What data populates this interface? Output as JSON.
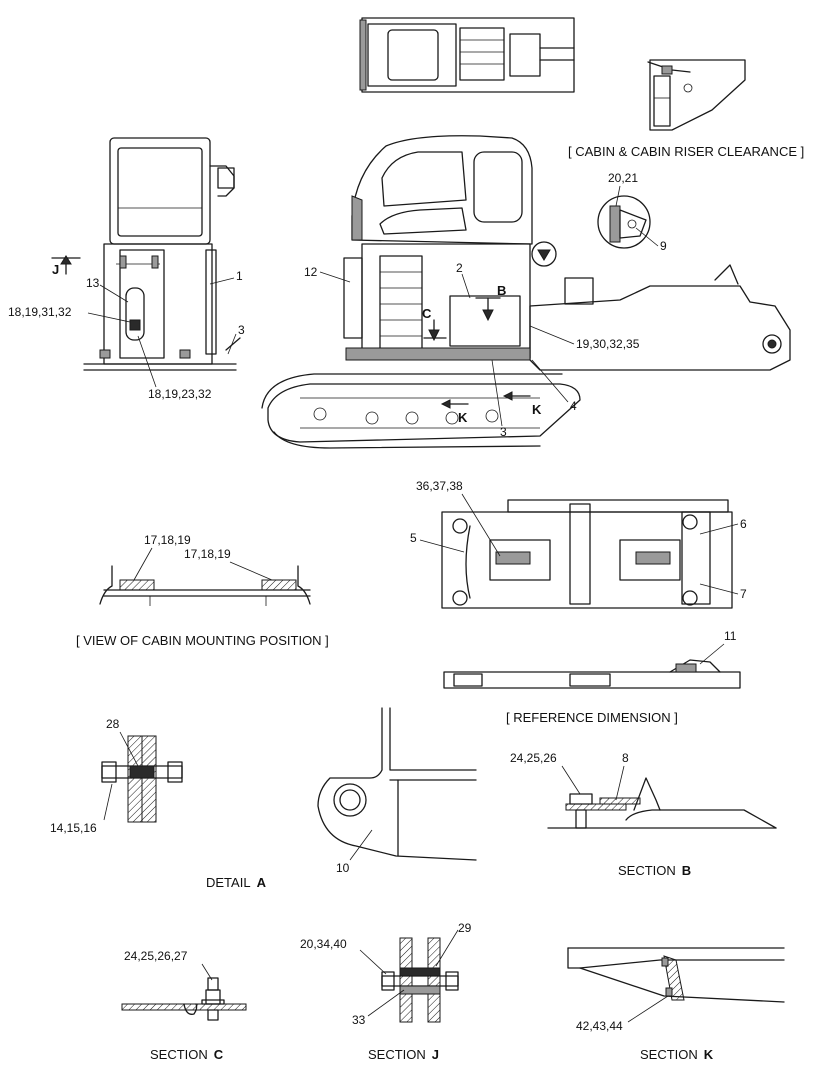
{
  "captions": {
    "cabin_riser_clearance": "[ CABIN & CABIN RISER CLEARANCE ]",
    "view_cabin_mounting": "[ VIEW OF CABIN MOUNTING POSITION ]",
    "reference_dimension": "[ REFERENCE DIMENSION ]",
    "detail_a": {
      "prefix": "DETAIL",
      "letter": "A"
    },
    "section_b": {
      "prefix": "SECTION",
      "letter": "B"
    },
    "section_c": {
      "prefix": "SECTION",
      "letter": "C"
    },
    "section_j": {
      "prefix": "SECTION",
      "letter": "J"
    },
    "section_k": {
      "prefix": "SECTION",
      "letter": "K"
    }
  },
  "view_arrows": {
    "j": "J",
    "b": "B",
    "c": "C",
    "k_upper": "K",
    "k_lower": "K"
  },
  "callouts": {
    "c20_21": "20,21",
    "c9": "9",
    "c13": "13",
    "c1": "1",
    "c18_19_31_32": "18,19,31,32",
    "c3_left": "3",
    "c18_19_23_32": "18,19,23,32",
    "c12": "12",
    "c2": "2",
    "c19_30_32_35": "19,30,32,35",
    "c4": "4",
    "c3_right": "3",
    "c36_37_38": "36,37,38",
    "c5": "5",
    "c6": "6",
    "c7": "7",
    "c17_18_19_left": "17,18,19",
    "c17_18_19_right": "17,18,19",
    "c11": "11",
    "c28": "28",
    "c14_15_16": "14,15,16",
    "c10": "10",
    "c24_25_26": "24,25,26",
    "c8": "8",
    "c24_25_26_27": "24,25,26,27",
    "c20_34_40": "20,34,40",
    "c29": "29",
    "c33": "33",
    "c42_43_44": "42,43,44"
  }
}
